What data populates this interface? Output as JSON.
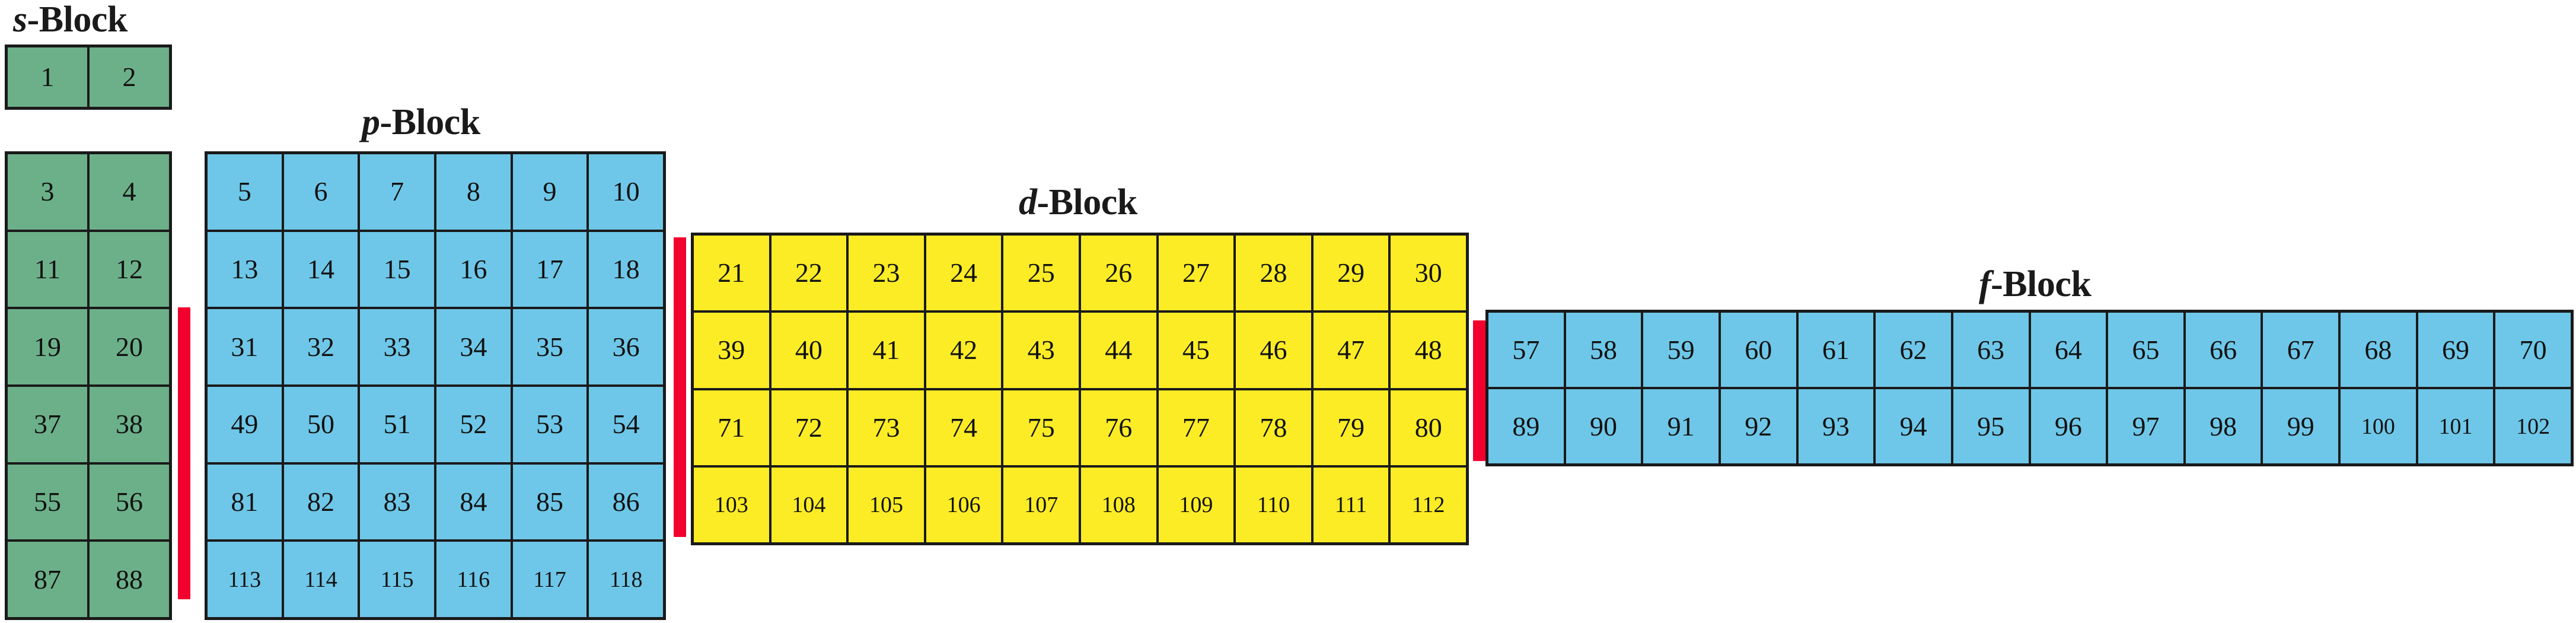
{
  "title": "Periodic table blocks diagram",
  "colors": {
    "s_block": "#6cb089",
    "p_block": "#6ec7e8",
    "d_block": "#fbec25",
    "f_block": "#6ec7e8",
    "connector": "#f2002e",
    "border": "#1a1a1a",
    "background": "#ffffff"
  },
  "labels": {
    "s": {
      "letter": "s",
      "suffix": "-Block"
    },
    "p": {
      "letter": "p",
      "suffix": "-Block"
    },
    "d": {
      "letter": "d",
      "suffix": "-Block"
    },
    "f": {
      "letter": "f",
      "suffix": "-Block"
    }
  },
  "blocks": {
    "s_top": {
      "name": "s-Block first period",
      "columns": 2,
      "rows": [
        [
          1,
          2
        ]
      ]
    },
    "s_main": {
      "name": "s-Block",
      "columns": 2,
      "rows": [
        [
          3,
          4
        ],
        [
          11,
          12
        ],
        [
          19,
          20
        ],
        [
          37,
          38
        ],
        [
          55,
          56
        ],
        [
          87,
          88
        ]
      ]
    },
    "p": {
      "name": "p-Block",
      "columns": 6,
      "rows": [
        [
          5,
          6,
          7,
          8,
          9,
          10
        ],
        [
          13,
          14,
          15,
          16,
          17,
          18
        ],
        [
          31,
          32,
          33,
          34,
          35,
          36
        ],
        [
          49,
          50,
          51,
          52,
          53,
          54
        ],
        [
          81,
          82,
          83,
          84,
          85,
          86
        ],
        [
          113,
          114,
          115,
          116,
          117,
          118
        ]
      ]
    },
    "d": {
      "name": "d-Block",
      "columns": 10,
      "rows": [
        [
          21,
          22,
          23,
          24,
          25,
          26,
          27,
          28,
          29,
          30
        ],
        [
          39,
          40,
          41,
          42,
          43,
          44,
          45,
          46,
          47,
          48
        ],
        [
          71,
          72,
          73,
          74,
          75,
          76,
          77,
          78,
          79,
          80
        ],
        [
          103,
          104,
          105,
          106,
          107,
          108,
          109,
          110,
          111,
          112
        ]
      ]
    },
    "f": {
      "name": "f-Block",
      "columns": 14,
      "rows": [
        [
          57,
          58,
          59,
          60,
          61,
          62,
          63,
          64,
          65,
          66,
          67,
          68,
          69,
          70
        ],
        [
          89,
          90,
          91,
          92,
          93,
          94,
          95,
          96,
          97,
          98,
          99,
          100,
          101,
          102
        ]
      ]
    }
  },
  "connectors": [
    {
      "name": "s-to-p-connector"
    },
    {
      "name": "p-to-d-connector"
    },
    {
      "name": "d-to-f-connector"
    }
  ]
}
